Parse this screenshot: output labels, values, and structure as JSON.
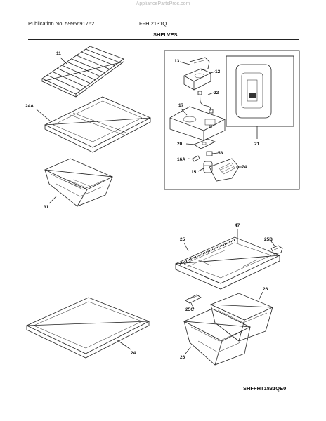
{
  "watermark": "AppliancePartsPros.com",
  "header": {
    "publication": "Publication No: 5995691762",
    "model": "FFHI2131Q",
    "section": "SHELVES"
  },
  "callouts": {
    "c11": "11",
    "c24a": "24A",
    "c31": "31",
    "c13": "13",
    "c12": "12",
    "c22": "22",
    "c17": "17",
    "c20": "20",
    "c58": "58",
    "c16a": "16A",
    "c74": "74",
    "c15": "15",
    "c21": "21",
    "c47": "47",
    "c25": "25",
    "c25b": "25B",
    "c26a": "26",
    "c25c": "25C",
    "c24": "24",
    "c26b": "26"
  },
  "footer": {
    "code": "SHFFHT1831QE0"
  }
}
